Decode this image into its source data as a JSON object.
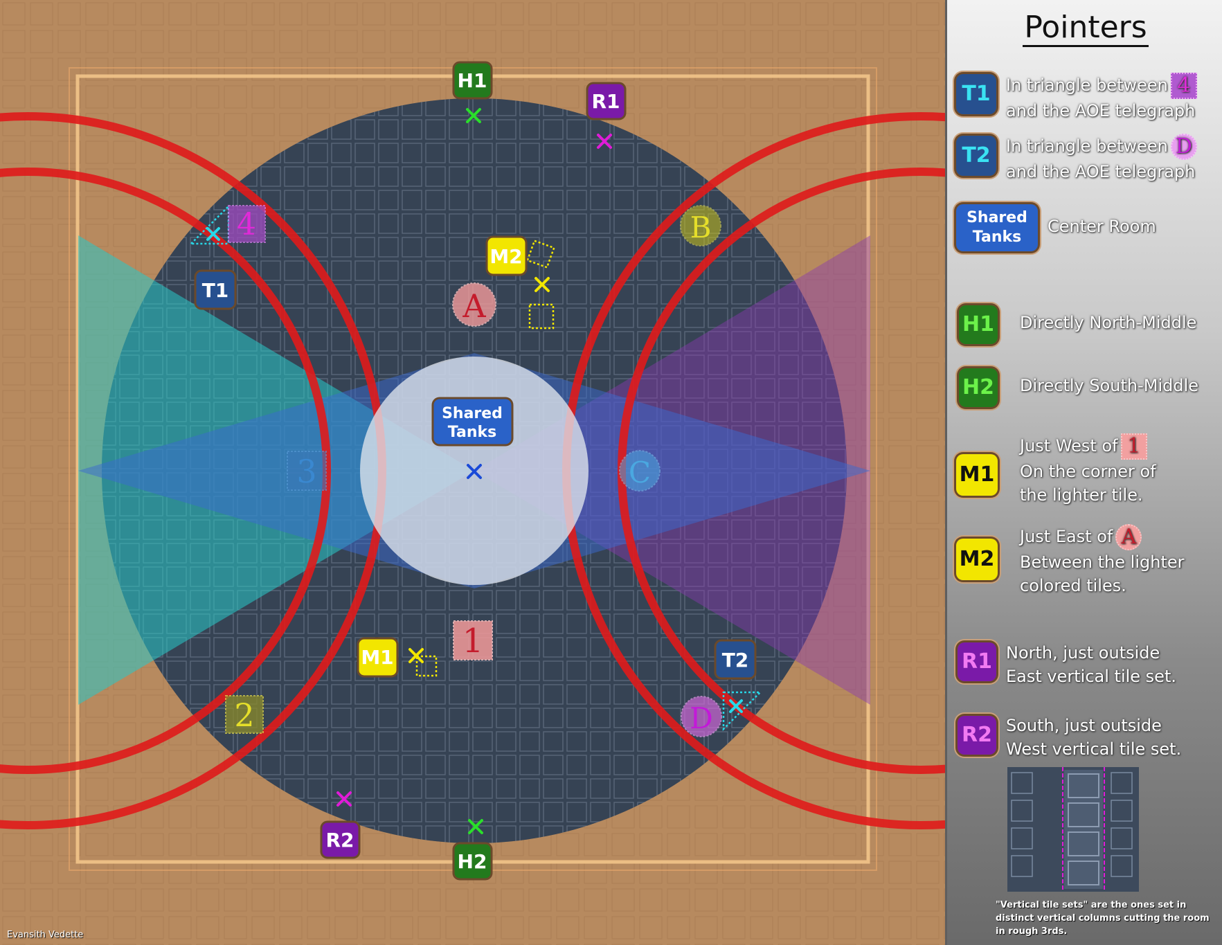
{
  "colors": {
    "floor_sand": "#b98a60",
    "arena_dark": "#4a5a6e",
    "tank_badge": "#27508f",
    "healer_badge": "#2a7a22",
    "melee_badge": "#f2e600",
    "ranged_badge": "#7a1aa8",
    "aoe_ring": "#e01b1b",
    "cyan_cone": "#28c8c8",
    "purple_cone": "#7a3aa8",
    "blue_cone": "#3a6ad0",
    "center_circle": "#d8dde6"
  },
  "map": {
    "markers": {
      "H1": "H1",
      "H2": "H2",
      "R1": "R1",
      "R2": "R2",
      "M1": "M1",
      "M2": "M2",
      "T1": "T1",
      "T2": "T2",
      "shared_line1": "Shared",
      "shared_line2": "Tanks"
    },
    "waymarks": {
      "A": "A",
      "B": "B",
      "C": "C",
      "D": "D",
      "one": "1",
      "two": "2",
      "three": "3",
      "four": "4"
    }
  },
  "panel": {
    "title": "Pointers",
    "t1": {
      "label": "T1",
      "line1": "In triangle between",
      "marker": "4",
      "line2": "and the AOE telegraph",
      "icon": "waymark-4"
    },
    "t2": {
      "label": "T2",
      "line1": "In triangle between",
      "marker": "D",
      "line2": "and the AOE telegraph",
      "icon": "waymark-d"
    },
    "shared": {
      "label1": "Shared",
      "label2": "Tanks",
      "text": "Center Room"
    },
    "h1": {
      "label": "H1",
      "text": "Directly North-Middle"
    },
    "h2": {
      "label": "H2",
      "text": "Directly South-Middle"
    },
    "m1": {
      "label": "M1",
      "line1": "Just West of",
      "marker": "1",
      "line2": "On the corner of",
      "line3": "the lighter tile.",
      "icon": "waymark-1"
    },
    "m2": {
      "label": "M2",
      "line1": "Just East of",
      "marker": "A",
      "line2": "Between the lighter",
      "line3": "colored tiles.",
      "icon": "waymark-a"
    },
    "r1": {
      "label": "R1",
      "line1": "North, just outside",
      "line2": "East vertical tile set."
    },
    "r2": {
      "label": "R2",
      "line1": "South, just outside",
      "line2": "West vertical tile set."
    },
    "footnote": "\"Vertical tile sets\" are the ones set in distinct vertical columns cutting the room in rough 3rds."
  },
  "credit": "Evansith Vedette"
}
